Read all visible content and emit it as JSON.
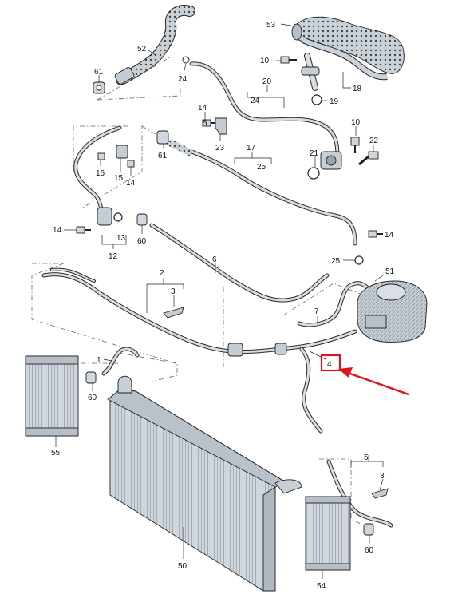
{
  "callouts": {
    "c53": "53",
    "c52": "52",
    "c10a": "10",
    "c61a": "61",
    "c24a": "24",
    "c20": "20",
    "c24b": "24",
    "c18": "18",
    "c19": "19",
    "c14a": "14",
    "c5a": "5",
    "c10b": "10",
    "c22": "22",
    "c23": "23",
    "c61b": "61",
    "c16": "16",
    "c15": "15",
    "c14b": "14",
    "c17": "17",
    "c25a": "25",
    "c21": "21",
    "c14c": "14",
    "c13": "13",
    "c60a": "60",
    "c12": "12",
    "c6": "6",
    "c14d": "14",
    "c25b": "25",
    "c2": "2",
    "c3a": "3",
    "c51": "51",
    "c7": "7",
    "c4": "4",
    "c1": "1",
    "c60b": "60",
    "c55": "55",
    "c50": "50",
    "c5b": "5",
    "c3b": "3",
    "c60c": "60",
    "c54": "54"
  },
  "highlight_color": "#e0141e"
}
